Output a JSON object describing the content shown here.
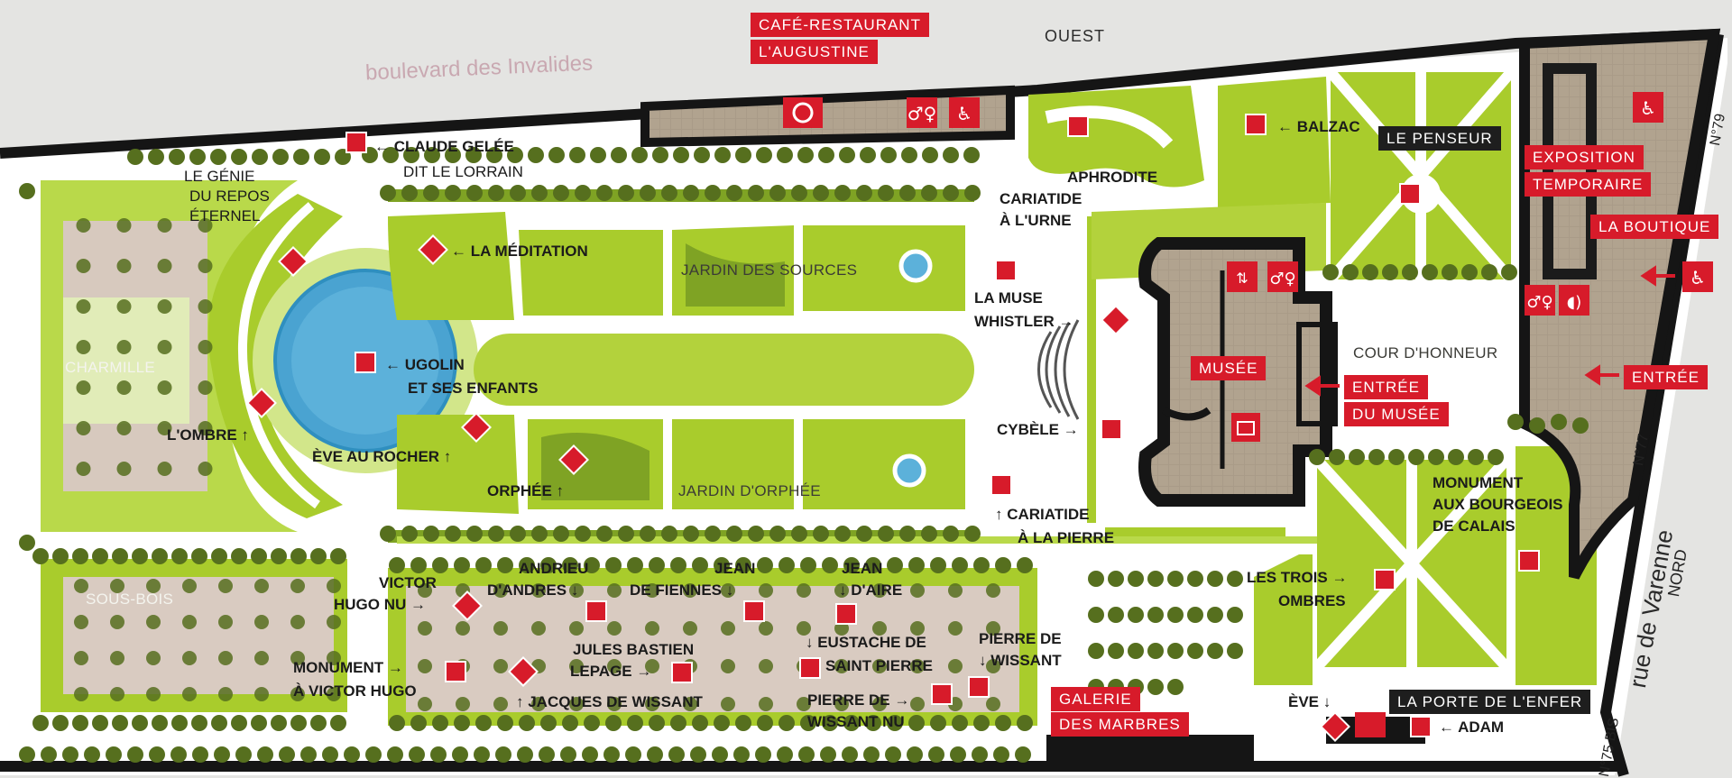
{
  "streets": {
    "north": "boulevard des Invalides",
    "east": "rue de Varenne",
    "number_79": "N°79",
    "number_77": "N°77",
    "number_75bis": "N°75 BIS"
  },
  "compass": {
    "west": "OUEST",
    "north": "NORD"
  },
  "zones": {
    "charmille": "CHARMILLE",
    "sous_bois": "SOUS-BOIS",
    "jardin_sources": "JARDIN DES SOURCES",
    "jardin_orphee": "JARDIN D'ORPHÉE",
    "cour": "COUR D'HONNEUR"
  },
  "buildings": {
    "cafe_line1": "CAFÉ-RESTAURANT",
    "cafe_line2": "L'AUGUSTINE",
    "musee": "MUSÉE",
    "entree_musee_1": "ENTRÉE",
    "entree_musee_2": "DU MUSÉE",
    "entree": "ENTRÉE",
    "expo_1": "EXPOSITION",
    "expo_2": "TEMPORAIRE",
    "boutique": "LA BOUTIQUE",
    "galerie_1": "GALERIE",
    "galerie_2": "DES MARBRES",
    "porte_enfer": "LA PORTE DE L'ENFER",
    "penseur": "LE PENSEUR"
  },
  "artworks": {
    "claude_gelee_1": "← CLAUDE GELÉE",
    "claude_gelee_2": "DIT LE LORRAIN",
    "genie_1": "LE GÉNIE",
    "genie_2": "DU REPOS",
    "genie_3": "ÉTERNEL",
    "meditation": "← LA MÉDITATION",
    "ugolin_1": "← UGOLIN",
    "ugolin_2": "ET SES ENFANTS",
    "ombre": "L'OMBRE ↑",
    "eve_rocher": "ÈVE AU ROCHER ↑",
    "orphee": "ORPHÉE ↑",
    "aphrodite": "APHRODITE",
    "cariatide_urne_1": "CARIATIDE",
    "cariatide_urne_2": "À L'URNE",
    "muse_1": "LA MUSE",
    "muse_2": "WHISTLER →",
    "cybele": "CYBÈLE →",
    "cariatide_pierre_1": "↑ CARIATIDE",
    "cariatide_pierre_2": "À LA PIERRE",
    "balzac": "← BALZAC",
    "monument_calais_1": "MONUMENT",
    "monument_calais_2": "AUX BOURGEOIS",
    "monument_calais_3": "DE CALAIS",
    "trois_ombres_1": "LES TROIS →",
    "trois_ombres_2": "OMBRES",
    "eve": "ÈVE ↓",
    "adam": "← ADAM",
    "victor_nu_1": "VICTOR",
    "victor_nu_2": "HUGO NU →",
    "andrieu_1": "ANDRIEU",
    "andrieu_2": "D'ANDRES ↓",
    "fiennes_1": "JEAN",
    "fiennes_2": "DE FIENNES ↓",
    "aire_1": "JEAN",
    "aire_2": "↓ D'AIRE",
    "jules_1": "JULES BASTIEN",
    "jules_2": "LEPAGE →",
    "eustache_1": "↓ EUSTACHE DE",
    "eustache_2": "SAINT PIERRE",
    "pierre_w_1": "PIERRE DE",
    "pierre_w_2": "↓ WISSANT",
    "monument_vh_1": "MONUMENT →",
    "monument_vh_2": "À VICTOR HUGO",
    "jacques": "↑ JACQUES DE WISSANT",
    "pierre_nu_1": "PIERRE DE →",
    "pierre_nu_2": "WISSANT NU"
  },
  "icons": {
    "restaurant": "restaurant-icon",
    "toilets": "toilets-icon",
    "accessibility": "wheelchair-icon",
    "elevator": "elevator-icon",
    "audio": "audioguide-icon",
    "cloakroom": "cloakroom-icon"
  },
  "colors": {
    "lawn": "#a9cc2c",
    "lawn_light": "#d2e68a",
    "tree": "#566f1e",
    "building": "#a99b88",
    "paving": "#cdbcb0",
    "water": "#59aed6",
    "wall": "#151515",
    "accent": "#d71b2a"
  }
}
